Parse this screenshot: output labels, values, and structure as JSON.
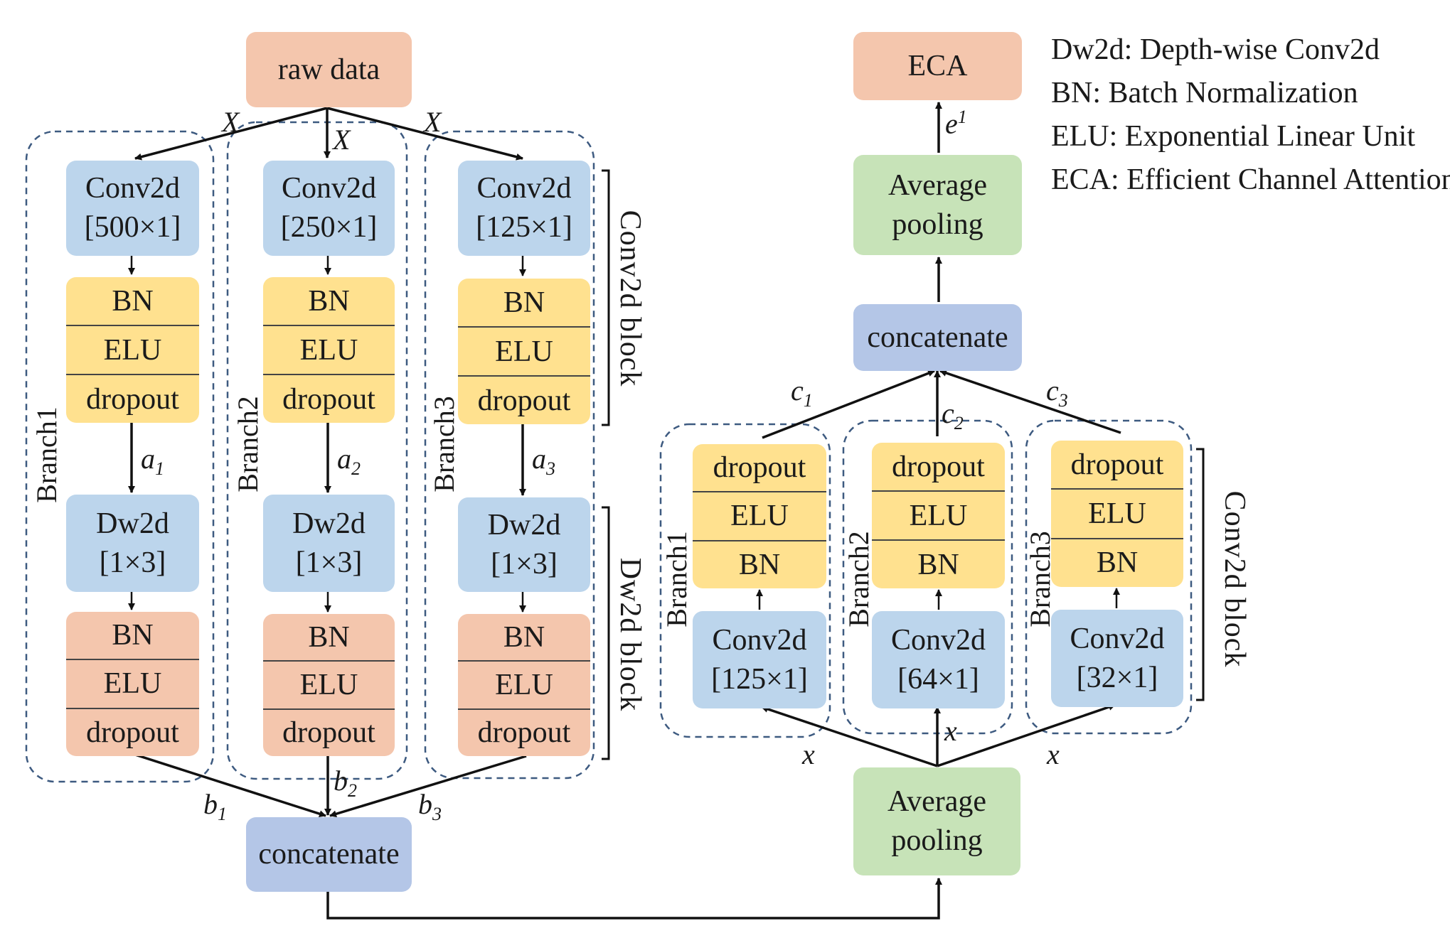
{
  "legend": [
    "Dw2d: Depth-wise Conv2d",
    "BN: Batch Normalization",
    "ELU: Exponential Linear Unit",
    "ECA: Efficient Channel Attention"
  ],
  "left": {
    "input": "raw data",
    "input_var": "X",
    "branches": [
      {
        "name": "Branch1",
        "conv": "Conv2d",
        "conv_kernel": "[500×1]",
        "a_label": "a",
        "a_sub": "1",
        "b_label": "b",
        "b_sub": "1"
      },
      {
        "name": "Branch2",
        "conv": "Conv2d",
        "conv_kernel": "[250×1]",
        "a_label": "a",
        "a_sub": "2",
        "b_label": "b",
        "b_sub": "2"
      },
      {
        "name": "Branch3",
        "conv": "Conv2d",
        "conv_kernel": "[125×1]",
        "a_label": "a",
        "a_sub": "3",
        "b_label": "b",
        "b_sub": "3"
      }
    ],
    "layer_bn": "BN",
    "layer_elu": "ELU",
    "layer_dropout": "dropout",
    "dw": "Dw2d",
    "dw_kernel": "[1×3]",
    "conv_block_label": "Conv2d  block",
    "dw_block_label": "Dw2d  block",
    "concat": "concatenate"
  },
  "right": {
    "pool_bottom_l1": "Average",
    "pool_bottom_l2": "pooling",
    "input_var": "x",
    "branches": [
      {
        "name": "Branch1",
        "conv": "Conv2d",
        "conv_kernel": "[125×1]",
        "c_label": "c",
        "c_sub": "1"
      },
      {
        "name": "Branch2",
        "conv": "Conv2d",
        "conv_kernel": "[64×1]",
        "c_label": "c",
        "c_sub": "2"
      },
      {
        "name": "Branch3",
        "conv": "Conv2d",
        "conv_kernel": "[32×1]",
        "c_label": "c",
        "c_sub": "3"
      }
    ],
    "layer_dropout": "dropout",
    "layer_elu": "ELU",
    "layer_bn": "BN",
    "conv_block_label": "Conv2d  block",
    "concat": "concatenate",
    "pool_top_l1": "Average",
    "pool_top_l2": "pooling",
    "e_label": "e",
    "e_sup": "1",
    "output": "ECA"
  },
  "colors": {
    "blue": "#bcd5ec",
    "purple": "#b4c6e7",
    "orange": "#f4c6ad",
    "green": "#c7e3b8",
    "yellow": "#ffe18f",
    "dash": "#3d5a80"
  }
}
